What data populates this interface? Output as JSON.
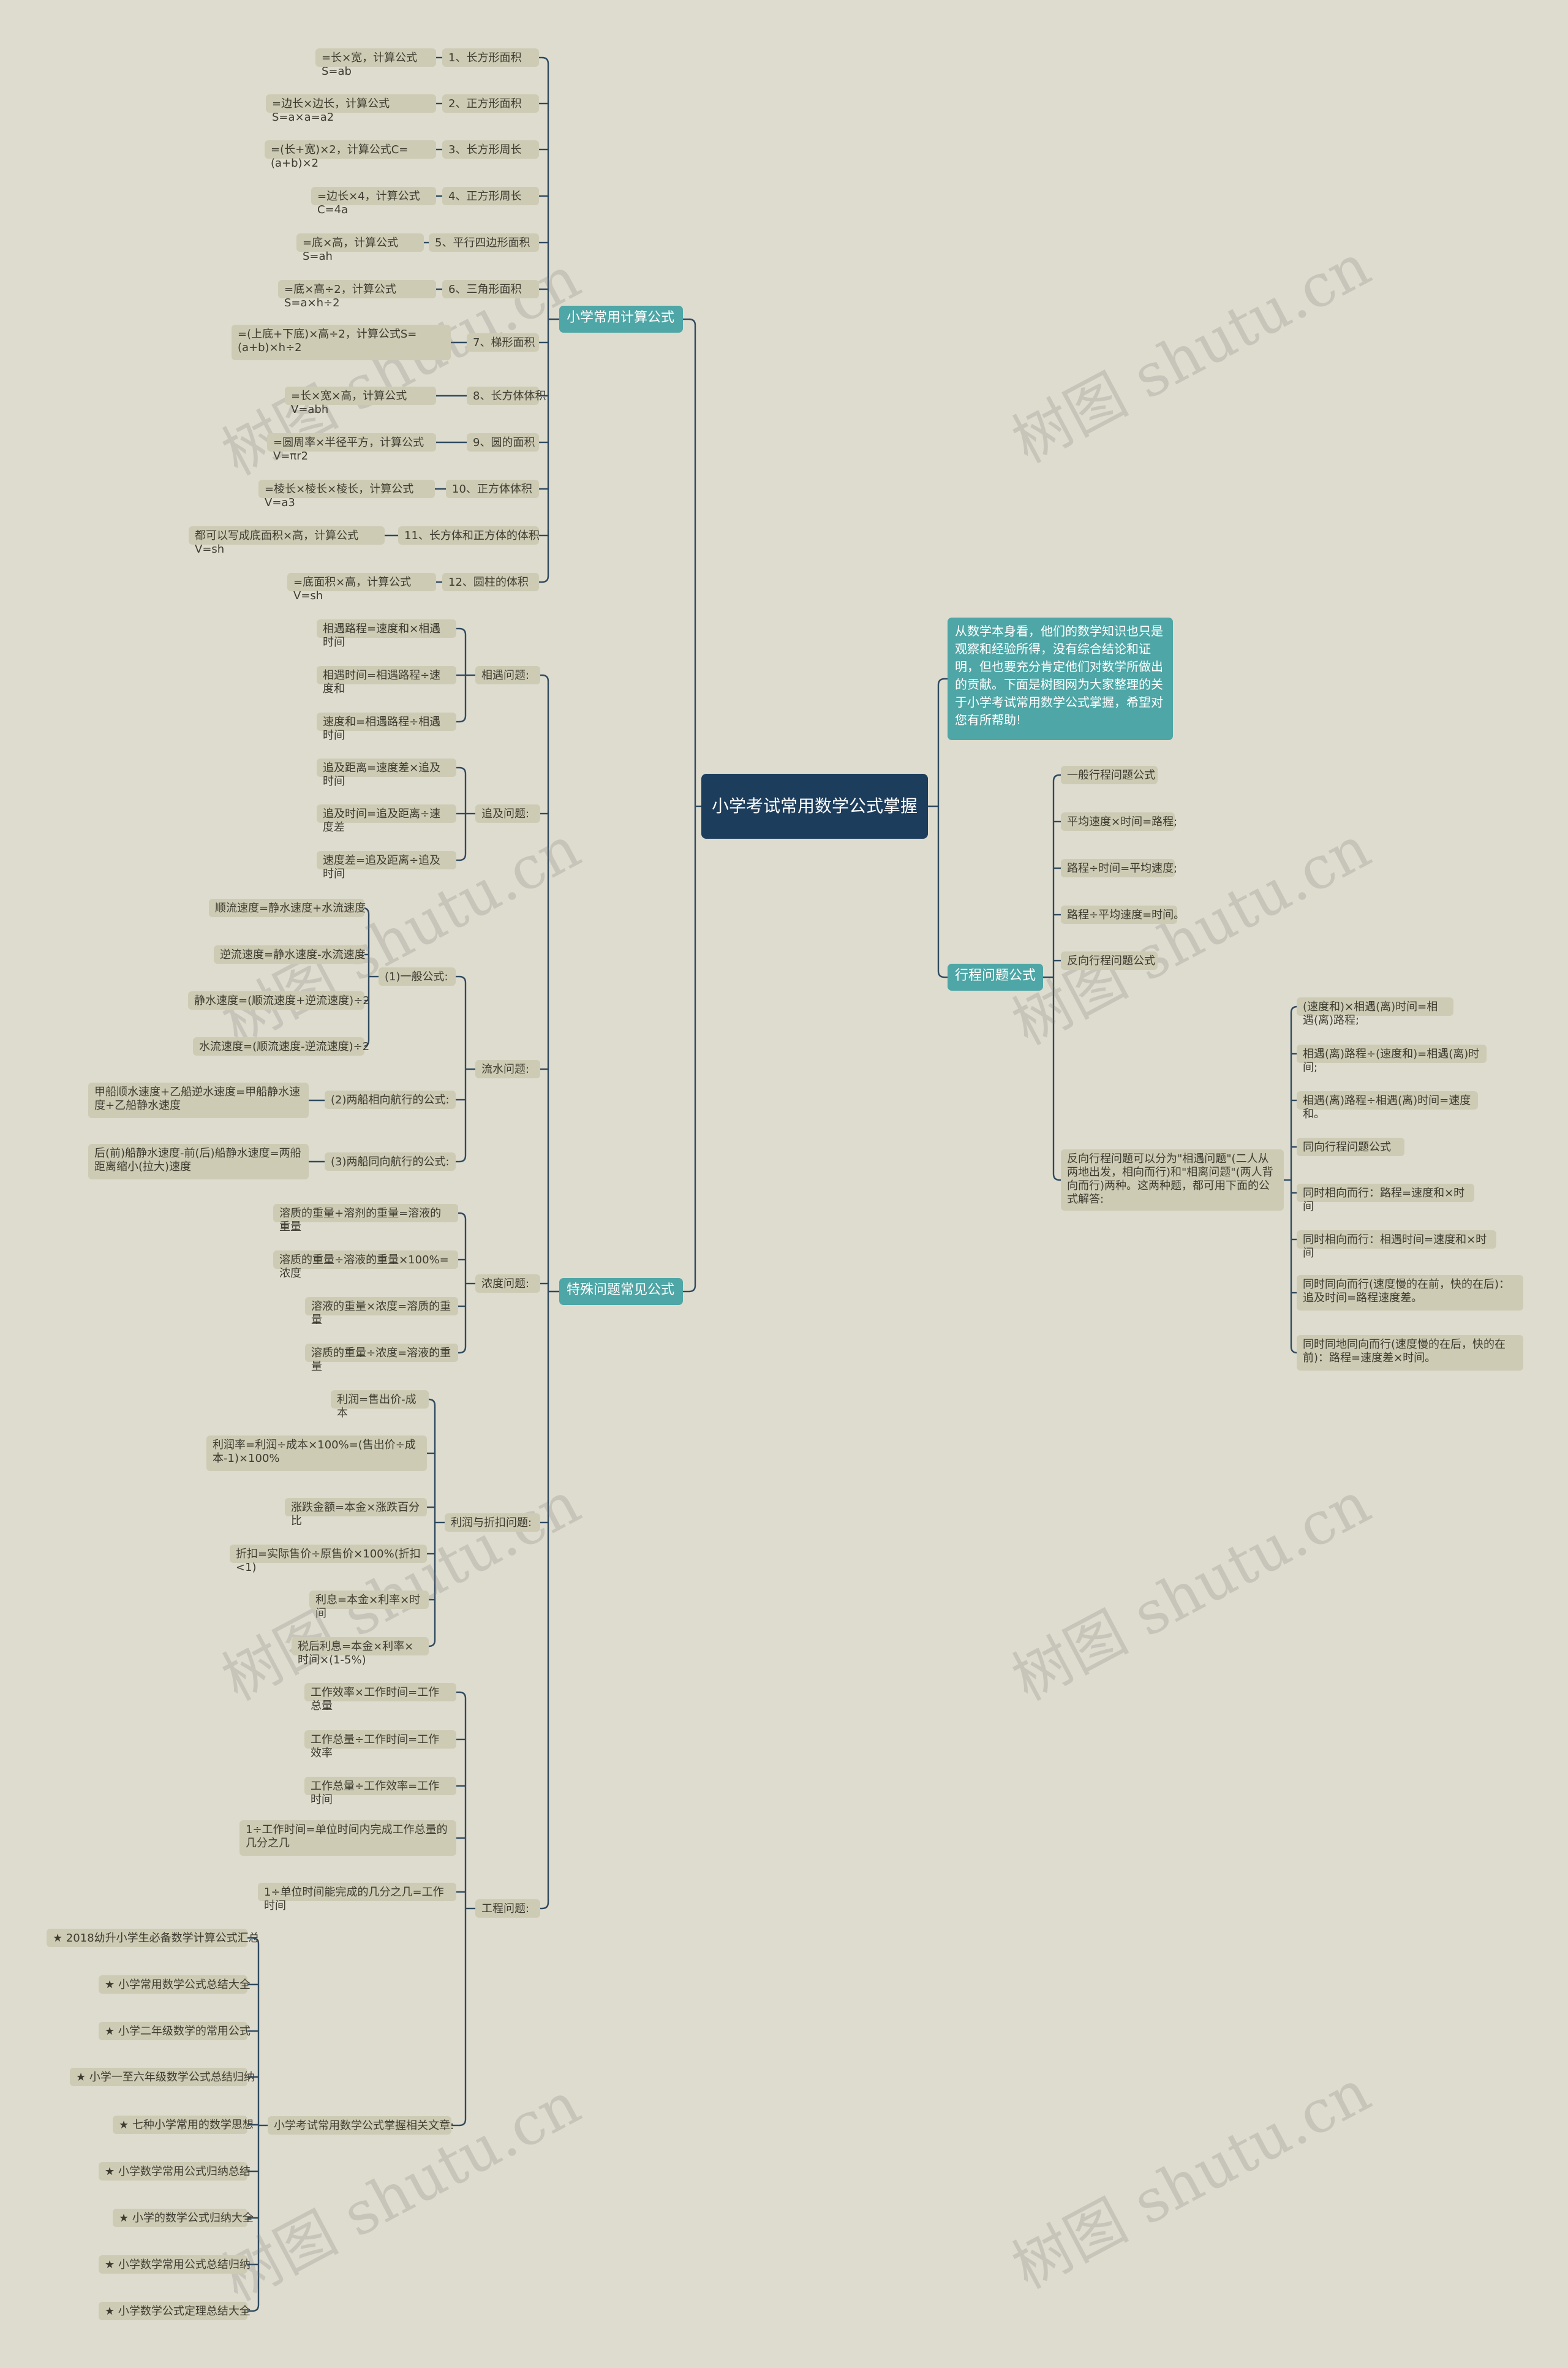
{
  "root": "小学考试常用数学公式掌握",
  "intro": "从数学本身看，他们的数学知识也只是观察和经验所得，没有综合结论和证明，但也要充分肯定他们对数学所做出的贡献。下面是树图网为大家整理的关于小学考试常用数学公式掌握，希望对您有所帮助!",
  "watermark": "树图 shutu.cn",
  "left": {
    "calc": {
      "label": "小学常用计算公式",
      "items": [
        {
          "name": "1、长方形面积",
          "value": "=长×宽，计算公式S=ab"
        },
        {
          "name": "2、正方形面积",
          "value": "=边长×边长，计算公式S=a×a=a2"
        },
        {
          "name": "3、长方形周长",
          "value": "=(长+宽)×2，计算公式C=(a+b)×2"
        },
        {
          "name": "4、正方形周长",
          "value": "=边长×4，计算公式C=4a"
        },
        {
          "name": "5、平行四边形面积",
          "value": "=底×高，计算公式S=ah"
        },
        {
          "name": "6、三角形面积",
          "value": "=底×高÷2，计算公式S=a×h÷2"
        },
        {
          "name": "7、梯形面积",
          "value": "=(上底+下底)×高÷2，计算公式S=(a+b)×h÷2"
        },
        {
          "name": "8、长方体体积",
          "value": "=长×宽×高，计算公式V=abh"
        },
        {
          "name": "9、圆的面积",
          "value": "=圆周率×半径平方，计算公式V=πr2"
        },
        {
          "name": "10、正方体体积",
          "value": "=棱长×棱长×棱长，计算公式V=a3"
        },
        {
          "name": "11、长方体和正方体的体积",
          "value": "都可以写成底面积×高，计算公式V=sh"
        },
        {
          "name": "12、圆柱的体积",
          "value": "=底面积×高，计算公式V=sh"
        }
      ]
    },
    "special": {
      "label": "特殊问题常见公式",
      "meet": {
        "label": "相遇问题:",
        "items": [
          "相遇路程=速度和×相遇时间",
          "相遇时间=相遇路程÷速度和",
          "速度和=相遇路程÷相遇时间"
        ]
      },
      "chase": {
        "label": "追及问题:",
        "items": [
          "追及距离=速度差×追及时间",
          "追及时间=追及距离÷速度差",
          "速度差=追及距离÷追及时间"
        ]
      },
      "flow": {
        "label": "流水问题:",
        "general": {
          "label": "(1)一般公式:",
          "items": [
            "顺流速度=静水速度+水流速度",
            "逆流速度=静水速度-水流速度",
            "静水速度=(顺流速度+逆流速度)÷2",
            "水流速度=(顺流速度-逆流速度)÷2"
          ]
        },
        "opposite": {
          "label": "(2)两船相向航行的公式:",
          "items": [
            "甲船顺水速度+乙船逆水速度=甲船静水速度+乙船静水速度"
          ]
        },
        "same": {
          "label": "(3)两船同向航行的公式:",
          "items": [
            "后(前)船静水速度-前(后)船静水速度=两船距离缩小(拉大)速度"
          ]
        }
      },
      "conc": {
        "label": "浓度问题:",
        "items": [
          "溶质的重量+溶剂的重量=溶液的重量",
          "溶质的重量÷溶液的重量×100%=浓度",
          "溶液的重量×浓度=溶质的重量",
          "溶质的重量÷浓度=溶液的重量"
        ]
      },
      "profit": {
        "label": "利润与折扣问题:",
        "items": [
          "利润=售出价-成本",
          "利润率=利润÷成本×100%=(售出价÷成本-1)×100%",
          "涨跌金额=本金×涨跌百分比",
          "折扣=实际售价÷原售价×100%(折扣<1)",
          "利息=本金×利率×时间",
          "税后利息=本金×利率×时间×(1-5%)"
        ]
      },
      "work": {
        "label": "工程问题:",
        "items": [
          "工作效率×工作时间=工作总量",
          "工作总量÷工作时间=工作效率",
          "工作总量÷工作效率=工作时间",
          "1÷工作时间=单位时间内完成工作总量的几分之几",
          "1÷单位时间能完成的几分之几=工作时间"
        ]
      },
      "articles": {
        "label": "小学考试常用数学公式掌握相关文章:",
        "items": [
          "★ 2018幼升小学生必备数学计算公式汇总",
          "★ 小学常用数学公式总结大全",
          "★ 小学二年级数学的常用公式",
          "★ 小学一至六年级数学公式总结归纳",
          "★ 七种小学常用的数学思想",
          "★ 小学数学常用公式归纳总结",
          "★ 小学的数学公式归纳大全",
          "★ 小学数学常用公式总结归纳",
          "★ 小学数学公式定理总结大全"
        ]
      }
    }
  },
  "right": {
    "travel": {
      "label": "行程问题公式",
      "items": [
        "一般行程问题公式",
        "平均速度×时间=路程;",
        "路程÷时间=平均速度;",
        "路程÷平均速度=时间。",
        "反向行程问题公式"
      ],
      "reverse": {
        "label": "反向行程问题可以分为\"相遇问题\"(二人从两地出发，相向而行)和\"相离问题\"(两人背向而行)两种。这两种题，都可用下面的公式解答:",
        "items": [
          "(速度和)×相遇(离)时间=相遇(离)路程;",
          "相遇(离)路程÷(速度和)=相遇(离)时间;",
          "相遇(离)路程÷相遇(离)时间=速度和。",
          "同向行程问题公式",
          "同时相向而行：路程=速度和×时间",
          "同时相向而行：相遇时间=速度和×时间",
          "同时同向而行(速度慢的在前，快的在后)：追及时间=路程速度差。",
          "同时同地同向而行(速度慢的在后，快的在前)：路程=速度差×时间。"
        ]
      }
    }
  }
}
